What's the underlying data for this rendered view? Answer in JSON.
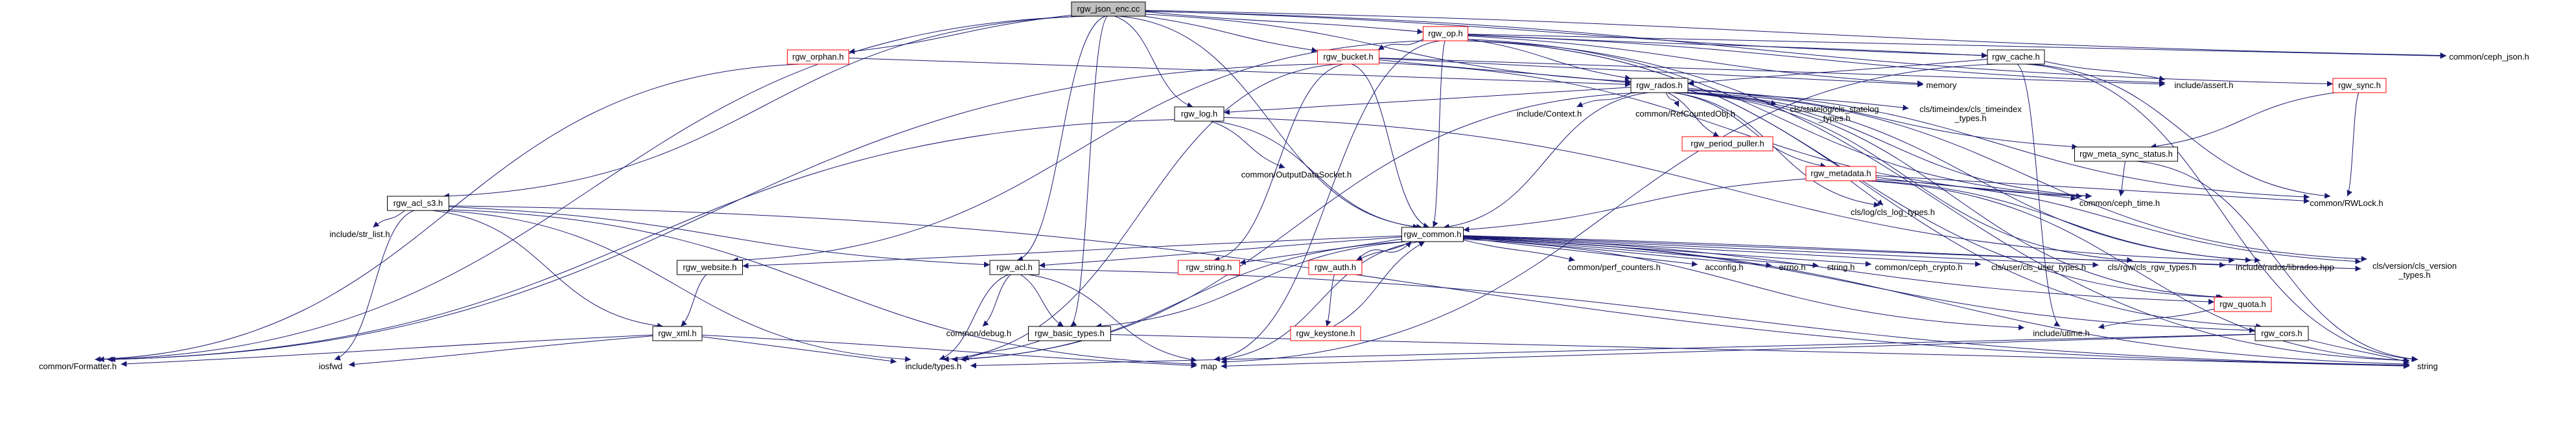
{
  "colors": {
    "edge": "#191970",
    "root_fill": "#bfbfbf",
    "linked_border": "#ff0000",
    "plain_border": "#000000",
    "text": "#000000"
  },
  "nodes": {
    "root": {
      "label": "rgw_json_enc.cc",
      "kind": "root"
    },
    "rgw_op": {
      "label": "rgw_op.h",
      "kind": "linked"
    },
    "rgw_orphan": {
      "label": "rgw_orphan.h",
      "kind": "linked"
    },
    "rgw_bucket": {
      "label": "rgw_bucket.h",
      "kind": "linked"
    },
    "rgw_cache": {
      "label": "rgw_cache.h",
      "kind": "plain"
    },
    "ceph_json": {
      "label": "common/ceph_json.h",
      "kind": "none"
    },
    "memory": {
      "label": "memory",
      "kind": "none"
    },
    "include_assert": {
      "label": "include/assert.h",
      "kind": "none"
    },
    "rgw_sync": {
      "label": "rgw_sync.h",
      "kind": "linked"
    },
    "rgw_rados": {
      "label": "rgw_rados.h",
      "kind": "plain"
    },
    "rgw_log": {
      "label": "rgw_log.h",
      "kind": "plain"
    },
    "include_context": {
      "label": "include/Context.h",
      "kind": "none"
    },
    "refcountedobj": {
      "label": "common/RefCountedObj.h",
      "kind": "none"
    },
    "statelog": {
      "label": "cls/statelog/cls_statelog\n_types.h",
      "kind": "none"
    },
    "timeindex": {
      "label": "cls/timeindex/cls_timeindex\n_types.h",
      "kind": "none"
    },
    "rgw_period_puller": {
      "label": "rgw_period_puller.h",
      "kind": "linked"
    },
    "rgw_metadata": {
      "label": "rgw_metadata.h",
      "kind": "linked"
    },
    "rgw_meta_sync_status": {
      "label": "rgw_meta_sync_status.h",
      "kind": "plain"
    },
    "output_data_socket": {
      "label": "common/OutputDataSocket.h",
      "kind": "none"
    },
    "cls_log_types": {
      "label": "cls/log/cls_log_types.h",
      "kind": "none"
    },
    "ceph_time": {
      "label": "common/ceph_time.h",
      "kind": "none"
    },
    "rwlock": {
      "label": "common/RWLock.h",
      "kind": "none"
    },
    "rgw_acl_s3": {
      "label": "rgw_acl_s3.h",
      "kind": "plain"
    },
    "rgw_common": {
      "label": "rgw_common.h",
      "kind": "plain"
    },
    "str_list": {
      "label": "include/str_list.h",
      "kind": "none"
    },
    "rgw_website": {
      "label": "rgw_website.h",
      "kind": "plain"
    },
    "rgw_acl": {
      "label": "rgw_acl.h",
      "kind": "plain"
    },
    "rgw_string": {
      "label": "rgw_string.h",
      "kind": "linked"
    },
    "rgw_auth": {
      "label": "rgw_auth.h",
      "kind": "linked"
    },
    "perf_counters": {
      "label": "common/perf_counters.h",
      "kind": "none"
    },
    "acconfig": {
      "label": "acconfig.h",
      "kind": "none"
    },
    "errno": {
      "label": "errno.h",
      "kind": "none"
    },
    "string_h": {
      "label": "string.h",
      "kind": "none"
    },
    "ceph_crypto": {
      "label": "common/ceph_crypto.h",
      "kind": "none"
    },
    "cls_user_types": {
      "label": "cls/user/cls_user_types.h",
      "kind": "none"
    },
    "cls_rgw_types": {
      "label": "cls/rgw/cls_rgw_types.h",
      "kind": "none"
    },
    "librados": {
      "label": "include/rados/librados.hpp",
      "kind": "none"
    },
    "cls_version_types": {
      "label": "cls/version/cls_version\n_types.h",
      "kind": "none"
    },
    "rgw_quota": {
      "label": "rgw_quota.h",
      "kind": "linked"
    },
    "rgw_xml": {
      "label": "rgw_xml.h",
      "kind": "plain"
    },
    "common_debug": {
      "label": "common/debug.h",
      "kind": "none"
    },
    "rgw_basic_types": {
      "label": "rgw_basic_types.h",
      "kind": "plain"
    },
    "rgw_keystone": {
      "label": "rgw_keystone.h",
      "kind": "linked"
    },
    "include_utime": {
      "label": "include/utime.h",
      "kind": "none"
    },
    "rgw_cors": {
      "label": "rgw_cors.h",
      "kind": "plain"
    },
    "formatter": {
      "label": "common/Formatter.h",
      "kind": "none"
    },
    "iosfwd": {
      "label": "iosfwd",
      "kind": "none"
    },
    "include_types": {
      "label": "include/types.h",
      "kind": "none"
    },
    "map": {
      "label": "map",
      "kind": "none"
    },
    "string": {
      "label": "string",
      "kind": "none"
    }
  },
  "edges": [
    [
      "root",
      "rgw_op"
    ],
    [
      "root",
      "rgw_orphan"
    ],
    [
      "root",
      "rgw_bucket"
    ],
    [
      "root",
      "rgw_cache"
    ],
    [
      "root",
      "rgw_sync"
    ],
    [
      "root",
      "rgw_rados"
    ],
    [
      "root",
      "rgw_log"
    ],
    [
      "root",
      "rgw_acl_s3"
    ],
    [
      "root",
      "rgw_common"
    ],
    [
      "root",
      "rgw_acl"
    ],
    [
      "root",
      "rgw_basic_types"
    ],
    [
      "root",
      "formatter"
    ],
    [
      "root",
      "ceph_json"
    ],
    [
      "rgw_op",
      "rgw_bucket"
    ],
    [
      "rgw_op",
      "rgw_cache"
    ],
    [
      "rgw_op",
      "rgw_rados"
    ],
    [
      "rgw_op",
      "ceph_json"
    ],
    [
      "rgw_op",
      "memory"
    ],
    [
      "rgw_op",
      "include_assert"
    ],
    [
      "rgw_op",
      "ceph_time"
    ],
    [
      "rgw_op",
      "rgw_common"
    ],
    [
      "rgw_op",
      "rgw_website"
    ],
    [
      "rgw_op",
      "rgw_quota"
    ],
    [
      "rgw_op",
      "rgw_cors"
    ],
    [
      "rgw_op",
      "map"
    ],
    [
      "rgw_op",
      "string"
    ],
    [
      "rgw_orphan",
      "rgw_rados"
    ],
    [
      "rgw_orphan",
      "formatter"
    ],
    [
      "rgw_bucket",
      "rgw_rados"
    ],
    [
      "rgw_bucket",
      "rgw_common"
    ],
    [
      "rgw_bucket",
      "rgw_string"
    ],
    [
      "rgw_bucket",
      "memory"
    ],
    [
      "rgw_bucket",
      "include_assert"
    ],
    [
      "rgw_bucket",
      "formatter"
    ],
    [
      "rgw_bucket",
      "ceph_time"
    ],
    [
      "rgw_bucket",
      "include_types"
    ],
    [
      "rgw_cache",
      "rgw_rados"
    ],
    [
      "rgw_cache",
      "include_assert"
    ],
    [
      "rgw_cache",
      "include_utime"
    ],
    [
      "rgw_cache",
      "rwlock"
    ],
    [
      "rgw_cache",
      "string"
    ],
    [
      "rgw_cache",
      "map"
    ],
    [
      "rgw_sync",
      "rgw_meta_sync_status"
    ],
    [
      "rgw_sync",
      "rwlock"
    ],
    [
      "rgw_rados",
      "include_context"
    ],
    [
      "rgw_rados",
      "refcountedobj"
    ],
    [
      "rgw_rados",
      "statelog"
    ],
    [
      "rgw_rados",
      "timeindex"
    ],
    [
      "rgw_rados",
      "rgw_period_puller"
    ],
    [
      "rgw_rados",
      "rgw_metadata"
    ],
    [
      "rgw_rados",
      "rgw_meta_sync_status"
    ],
    [
      "rgw_rados",
      "cls_log_types"
    ],
    [
      "rgw_rados",
      "ceph_time"
    ],
    [
      "rgw_rados",
      "rwlock"
    ],
    [
      "rgw_rados",
      "rgw_common"
    ],
    [
      "rgw_rados",
      "rgw_log"
    ],
    [
      "rgw_rados",
      "cls_rgw_types"
    ],
    [
      "rgw_rados",
      "librados"
    ],
    [
      "rgw_rados",
      "cls_version_types"
    ],
    [
      "rgw_rados",
      "include_types"
    ],
    [
      "rgw_rados",
      "rgw_quota"
    ],
    [
      "rgw_log",
      "output_data_socket"
    ],
    [
      "rgw_log",
      "rgw_common"
    ],
    [
      "rgw_log",
      "librados"
    ],
    [
      "rgw_log",
      "formatter"
    ],
    [
      "rgw_metadata",
      "rgw_common"
    ],
    [
      "rgw_metadata",
      "cls_log_types"
    ],
    [
      "rgw_metadata",
      "ceph_time"
    ],
    [
      "rgw_metadata",
      "rwlock"
    ],
    [
      "rgw_metadata",
      "cls_version_types"
    ],
    [
      "rgw_metadata",
      "librados"
    ],
    [
      "rgw_metadata",
      "string"
    ],
    [
      "rgw_meta_sync_status",
      "ceph_time"
    ],
    [
      "rgw_meta_sync_status",
      "string"
    ],
    [
      "rgw_acl_s3",
      "rgw_acl"
    ],
    [
      "rgw_acl_s3",
      "str_list"
    ],
    [
      "rgw_acl_s3",
      "rgw_xml"
    ],
    [
      "rgw_acl_s3",
      "include_types"
    ],
    [
      "rgw_acl_s3",
      "map"
    ],
    [
      "rgw_acl_s3",
      "string"
    ],
    [
      "rgw_acl_s3",
      "iosfwd"
    ],
    [
      "rgw_common",
      "rgw_acl"
    ],
    [
      "rgw_common",
      "rgw_website"
    ],
    [
      "rgw_common",
      "rgw_string"
    ],
    [
      "rgw_common",
      "rgw_auth"
    ],
    [
      "rgw_common",
      "perf_counters"
    ],
    [
      "rgw_common",
      "acconfig"
    ],
    [
      "rgw_common",
      "errno"
    ],
    [
      "rgw_common",
      "string_h"
    ],
    [
      "rgw_common",
      "ceph_crypto"
    ],
    [
      "rgw_common",
      "cls_user_types"
    ],
    [
      "rgw_common",
      "cls_rgw_types"
    ],
    [
      "rgw_common",
      "librados"
    ],
    [
      "rgw_common",
      "cls_version_types"
    ],
    [
      "rgw_common",
      "rgw_quota"
    ],
    [
      "rgw_common",
      "rgw_basic_types"
    ],
    [
      "rgw_common",
      "include_utime"
    ],
    [
      "rgw_common",
      "rgw_cors"
    ],
    [
      "rgw_common",
      "map"
    ],
    [
      "rgw_common",
      "string"
    ],
    [
      "rgw_common",
      "include_types"
    ],
    [
      "rgw_website",
      "rgw_xml"
    ],
    [
      "rgw_acl",
      "common_debug"
    ],
    [
      "rgw_acl",
      "rgw_basic_types"
    ],
    [
      "rgw_acl",
      "include_types"
    ],
    [
      "rgw_acl",
      "map"
    ],
    [
      "rgw_acl",
      "string"
    ],
    [
      "rgw_auth",
      "rgw_common"
    ],
    [
      "rgw_auth",
      "rgw_keystone"
    ],
    [
      "rgw_keystone",
      "rgw_common"
    ],
    [
      "rgw_quota",
      "include_utime"
    ],
    [
      "rgw_xml",
      "formatter"
    ],
    [
      "rgw_xml",
      "include_types"
    ],
    [
      "rgw_xml",
      "iosfwd"
    ],
    [
      "rgw_xml",
      "map"
    ],
    [
      "rgw_basic_types",
      "string"
    ],
    [
      "rgw_basic_types",
      "include_types"
    ],
    [
      "rgw_cors",
      "map"
    ],
    [
      "rgw_cors",
      "string"
    ],
    [
      "rgw_cors",
      "include_types"
    ]
  ]
}
